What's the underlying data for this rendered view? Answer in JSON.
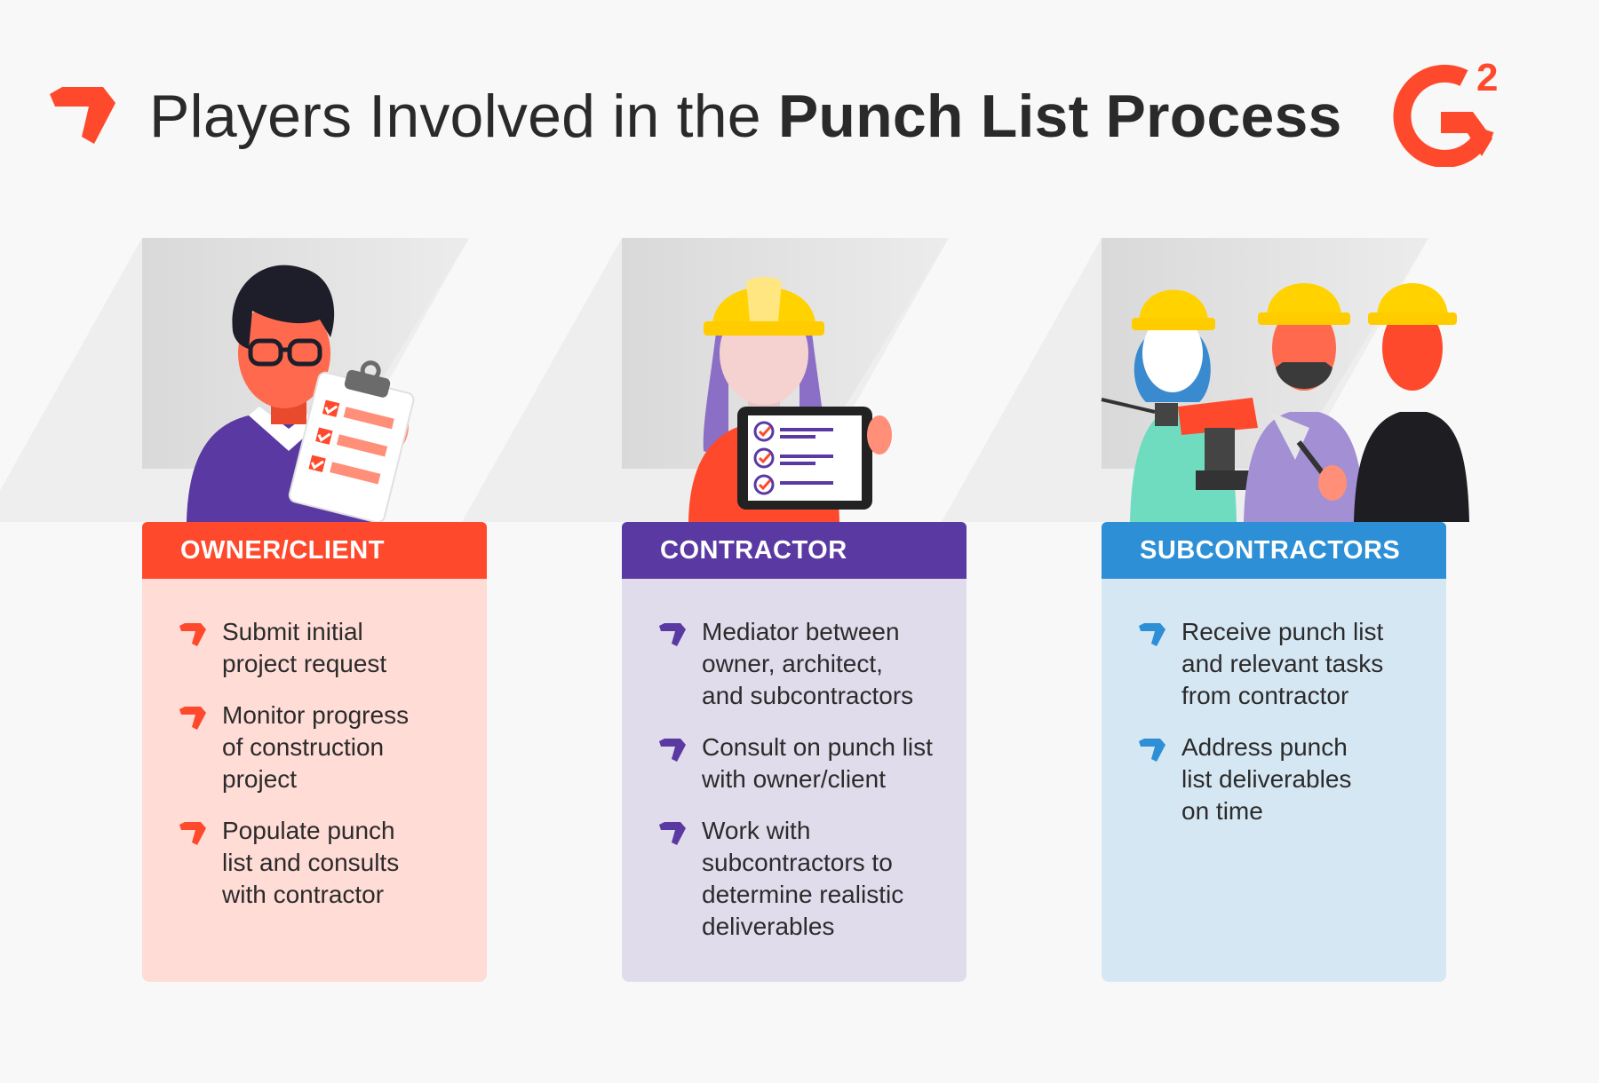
{
  "header": {
    "title_light": "Players Involved in the ",
    "title_bold": "Punch List Process",
    "logo_text": "G",
    "logo_superscript": "2"
  },
  "colors": {
    "accent_red": "#ff492c",
    "purple": "#5a39a2",
    "blue": "#2d8fd5",
    "helmet_yellow": "#ffd200"
  },
  "cards": [
    {
      "title": "OWNER/CLIENT",
      "items": [
        "Submit initial\nproject request",
        "Monitor progress\nof construction\nproject",
        "Populate punch\nlist and consults\nwith contractor"
      ]
    },
    {
      "title": "CONTRACTOR",
      "items": [
        "Mediator between\nowner, architect,\nand subcontractors",
        "Consult on punch list\nwith owner/client",
        "Work with\nsubcontractors to\ndetermine realistic\ndeliverables"
      ]
    },
    {
      "title": "SUBCONTRACTORS",
      "items": [
        "Receive punch list\nand relevant tasks\nfrom contractor",
        "Address punch\nlist deliverables\non time"
      ]
    }
  ]
}
